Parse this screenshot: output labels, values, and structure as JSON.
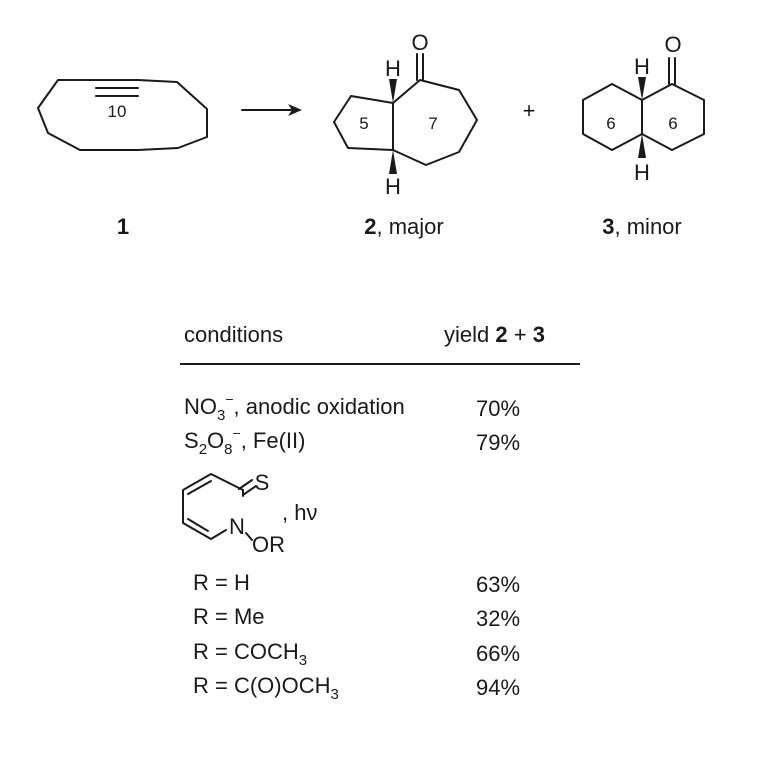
{
  "scheme": {
    "reactant": {
      "ring_size_label": "10",
      "compound_number": "1"
    },
    "product_major": {
      "ring_labels": [
        "5",
        "7"
      ],
      "atom_labels": {
        "top_h": "H",
        "bottom_h": "H",
        "oxygen": "O"
      },
      "compound_number": "2",
      "descriptor": ", major"
    },
    "plus_sign": "+",
    "product_minor": {
      "ring_labels": [
        "6",
        "6"
      ],
      "atom_labels": {
        "top_h": "H",
        "bottom_h": "H",
        "oxygen": "O"
      },
      "compound_number": "3",
      "descriptor": ", minor"
    }
  },
  "table": {
    "header": {
      "conditions": "conditions",
      "yield_prefix": "yield ",
      "yield_cmpd_a": "2",
      "yield_plus": " + ",
      "yield_cmpd_b": "3"
    },
    "row_nitrate": {
      "species": "NO",
      "sub": "3",
      "sup": "−",
      "rest": ", anodic oxidation",
      "yield": "70%"
    },
    "row_persulfate": {
      "s": "S",
      "s_sub": "2",
      "o": "O",
      "o_sub": "8",
      "sup": "−",
      "rest": ", Fe(II)",
      "yield": "79%"
    },
    "reagent_structure": {
      "sulfur": "S",
      "nitrogen": "N",
      "oxy_group": "OR",
      "light": ", hν"
    },
    "r_rows": [
      {
        "prefix": "R = ",
        "group": "H",
        "sub": "",
        "yield": "63%"
      },
      {
        "prefix": "R = ",
        "group": "Me",
        "sub": "",
        "yield": "32%"
      },
      {
        "prefix": "R = ",
        "group": "COCH",
        "sub": "3",
        "yield": "66%"
      },
      {
        "prefix": "R = ",
        "group": "C(O)OCH",
        "sub": "3",
        "yield": "94%"
      }
    ]
  }
}
